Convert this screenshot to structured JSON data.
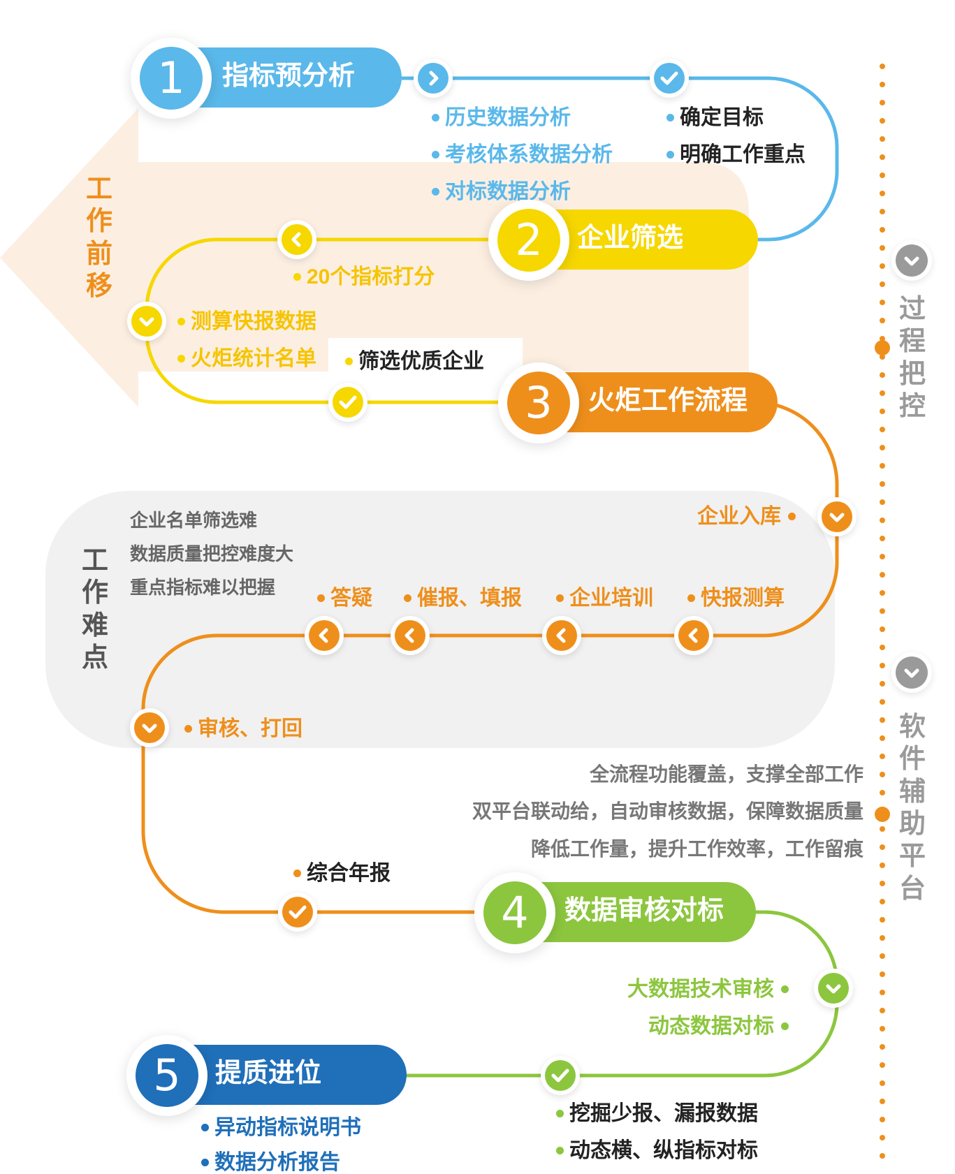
{
  "colors": {
    "blue": "#5ab8ea",
    "yellow": "#f6d700",
    "orange": "#ee8f1c",
    "green": "#8cc63e",
    "darkblue": "#1f6fb9",
    "gray": "#9a9a9a",
    "text_dark": "#222222",
    "text_gray": "#666666",
    "side_orange": "#ee8f1c",
    "arrow_bg": "#fcefe2",
    "panel_bg": "#f1f1f1"
  },
  "left_arrow_label": "工作前移",
  "difficulty_label": "工作难点",
  "right_labels": {
    "process_control": "过程把控",
    "software_platform": "软件辅助平台"
  },
  "stages": [
    {
      "number": "1",
      "title": "指标预分析",
      "color": "blue"
    },
    {
      "number": "2",
      "title": "企业筛选",
      "color": "yellow"
    },
    {
      "number": "3",
      "title": "火炬工作流程",
      "color": "orange"
    },
    {
      "number": "4",
      "title": "数据审核对标",
      "color": "green"
    },
    {
      "number": "5",
      "title": "提质进位",
      "color": "darkblue"
    }
  ],
  "stage1": {
    "items_left": [
      "历史数据分析",
      "考核体系数据分析",
      "对标数据分析"
    ],
    "items_right": [
      "确定目标",
      "明确工作重点"
    ]
  },
  "stage2": {
    "items": [
      "20个指标打分",
      "测算快报数据",
      "火炬统计名单"
    ],
    "result": "筛选优质企业"
  },
  "stage3": {
    "entry": "企业入库",
    "steps": [
      "答疑",
      "催报、填报",
      "企业培训",
      "快报测算"
    ],
    "review": "审核、打回",
    "annual": "综合年报",
    "difficulties": [
      "企业名单筛选难",
      "数据质量把控难度大",
      "重点指标难以把握"
    ]
  },
  "software_notes": [
    "全流程功能覆盖，支撑全部工作",
    "双平台联动给，自动审核数据，保障数据质量",
    "降低工作量，提升工作效率，工作留痕"
  ],
  "stage4": {
    "items": [
      "大数据技术审核",
      "动态数据对标"
    ],
    "results": [
      "挖掘少报、漏报数据",
      "动态横、纵指标对标"
    ]
  },
  "stage5": {
    "items": [
      "异动指标说明书",
      "数据分析报告"
    ]
  }
}
